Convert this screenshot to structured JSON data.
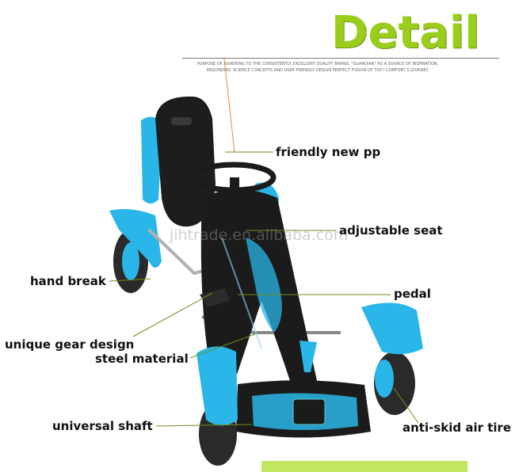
{
  "header": {
    "title": "Detail",
    "tagline_line1": "PURPOSE OF ADHERING TO THE CONSISTENTLY EXCELLENT QUALITY BRAND, \"GUARDIAN\" AS A SOURCE OF INSPIRATION,",
    "tagline_line2": "ERGONOMIC SCIENCE CONCEPTS AND USER FRIENDLY DESIGN PERFECT FUSION OF TOP I COMFORT S JOURNEY."
  },
  "labels": {
    "friendly_new_pp": "friendly new pp",
    "adjustable_seat": "adjustable seat",
    "hand_break": "hand break",
    "pedal": "pedal",
    "unique_gear_design": "unique gear design",
    "steel_material": "steel material",
    "universal_shaft": "universal shaft",
    "anti_skid_air_tire": "anti-skid air tire"
  },
  "watermark": "jihtrade.en.alibaba.com",
  "colors": {
    "title_green": "#9acd1c",
    "leader_line": "#6f8f1f",
    "body_blue": "#2ab6e8",
    "frame_black": "#1b1b1b"
  }
}
